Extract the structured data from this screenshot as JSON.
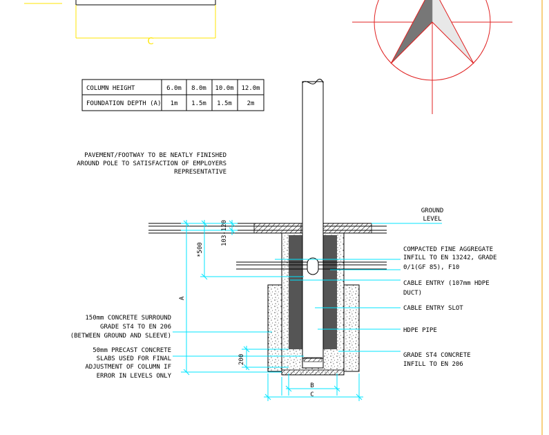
{
  "top_dim_label": "C",
  "table": {
    "rows": [
      {
        "header": "COLUMN HEIGHT",
        "values": [
          "6.0m",
          "8.0m",
          "10.0m",
          "12.0m"
        ]
      },
      {
        "header": "FOUNDATION DEPTH (A)",
        "values": [
          "1m",
          "1.5m",
          "1.5m",
          "2m"
        ]
      }
    ]
  },
  "notes": {
    "pavement": [
      "PAVEMENT/FOOTWAY TO BE NEATLY FINISHED",
      "AROUND POLE TO SATISFACTION OF EMPLOYERS",
      "REPRESENTATIVE"
    ],
    "ground": [
      "GROUND",
      "LEVEL"
    ],
    "aggregate": [
      "COMPACTED FINE AGGREGATE",
      "INFILL TO EN 13242, GRADE",
      "0/1(GF 85), F10"
    ],
    "cable_entry": [
      "CABLE ENTRY (107mm HDPE",
      "DUCT)"
    ],
    "cable_slot": [
      "CABLE ENTRY SLOT"
    ],
    "hdpe": [
      "HDPE PIPE"
    ],
    "grade_st4": [
      "GRADE ST4 CONCRETE",
      "INFILL TO EN 206"
    ],
    "surround": [
      "150mm CONCRETE SURROUND",
      "GRADE ST4 TO EN 206",
      "(BETWEEN GROUND AND SLEEVE)"
    ],
    "slabs": [
      "50mm PRECAST CONCRETE",
      "SLABS USED FOR FINAL",
      "ADJUSTMENT OF COLUMN IF",
      "ERROR IN LEVELS ONLY"
    ]
  },
  "dims": {
    "d103": "103-120",
    "d500": "*500",
    "dA": "A",
    "d200": "200",
    "dB": "B",
    "dC": "C"
  },
  "colors": {
    "cyan": "#00e5ff",
    "red": "#e02020",
    "yellow": "#ffe600",
    "dark_infill": "#555555",
    "pole_fill": "#ffffff"
  }
}
